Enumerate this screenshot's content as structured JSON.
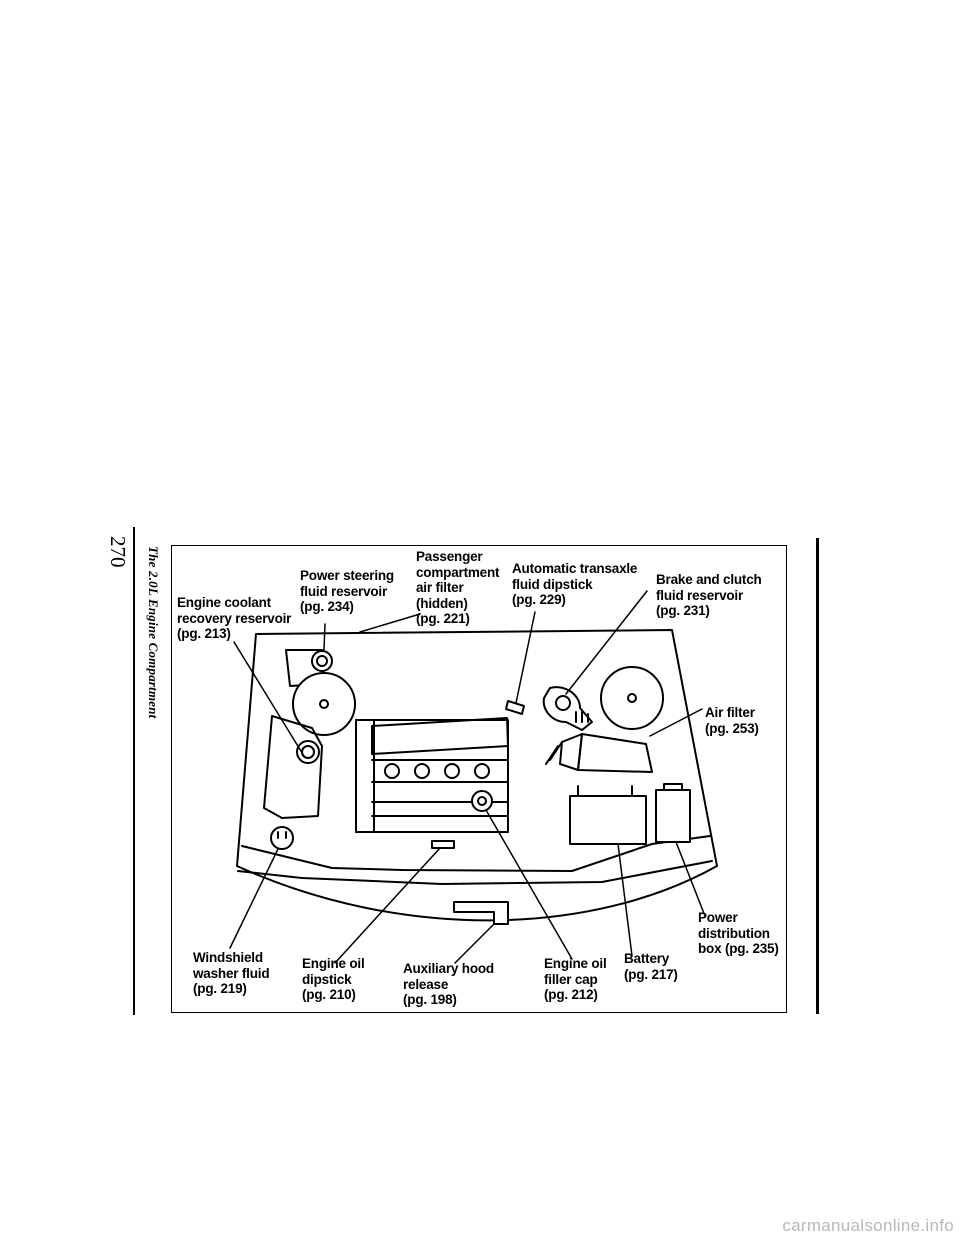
{
  "page": {
    "number": "270",
    "heading": "The 2.0L Engine Compartment",
    "watermark": "carmanualsonline.info"
  },
  "labels": {
    "engine_coolant": [
      "Engine coolant",
      "recovery reservoir",
      "(pg. 213)"
    ],
    "power_steering": [
      "Power steering",
      "fluid reservoir",
      "(pg. 234)"
    ],
    "passenger_filter": [
      "Passenger",
      "compartment",
      "air filter",
      "(hidden)",
      "(pg. 221)"
    ],
    "transaxle_dipstick": [
      "Automatic transaxle",
      "fluid dipstick",
      "(pg. 229)"
    ],
    "brake_clutch": [
      "Brake and clutch",
      "fluid reservoir",
      "(pg. 231)"
    ],
    "air_filter": [
      "Air filter",
      "(pg. 253)"
    ],
    "power_distribution": [
      "Power",
      "distribution",
      "box (pg. 235)"
    ],
    "battery": [
      "Battery",
      "(pg. 217)"
    ],
    "oil_filler_cap": [
      "Engine oil",
      "filler cap",
      "(pg. 212)"
    ],
    "aux_hood_release": [
      "Auxiliary hood",
      "release",
      "(pg. 198)"
    ],
    "oil_dipstick": [
      "Engine oil",
      "dipstick",
      "(pg. 210)"
    ],
    "washer_fluid": [
      "Windshield",
      "washer fluid",
      "(pg. 219)"
    ]
  },
  "colors": {
    "ink": "#000000",
    "paper": "#ffffff",
    "watermark": "#b8b8b8"
  }
}
